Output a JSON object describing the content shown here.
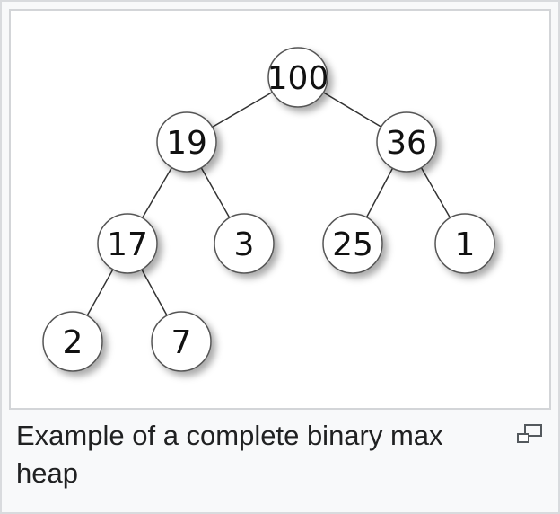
{
  "figure": {
    "caption": "Example of a complete binary max heap",
    "magnify_icon": "enlarge-icon"
  },
  "heap": {
    "levels": [
      [
        "100"
      ],
      [
        "19",
        "36"
      ],
      [
        "17",
        "3",
        "25",
        "1"
      ],
      [
        "2",
        "7"
      ]
    ]
  }
}
